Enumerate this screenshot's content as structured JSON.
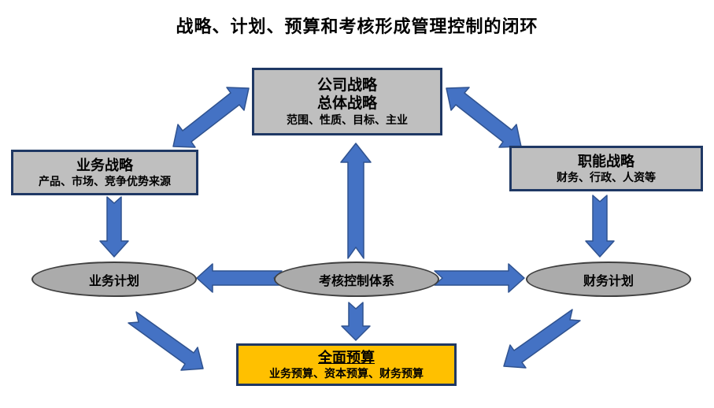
{
  "title": "战略、计划、预算和考核形成管理控制的闭环",
  "colors": {
    "arrow_fill": "#4472C4",
    "arrow_stroke": "#2F528F",
    "strategy_box_fill": "#BFBFBF",
    "box_border": "#1F3864",
    "ellipse_fill": "#ABABAB",
    "budget_fill": "#FFC000",
    "text": "#000000"
  },
  "nodes": {
    "corporate_strategy": {
      "line1": "公司战略",
      "line2": "总体战略",
      "line3": "范围、性质、目标、主业"
    },
    "business_strategy": {
      "line1": "业务战略",
      "line2": "产品、市场、竞争优势来源"
    },
    "functional_strategy": {
      "line1": "职能战略",
      "line2": "财务、行政、人资等"
    },
    "business_plan": {
      "label": "业务计划"
    },
    "assessment_control": {
      "label": "考核控制体系"
    },
    "financial_plan": {
      "label": "财务计划"
    },
    "master_budget": {
      "line1": "全面预算",
      "line2": "业务预算、资本预算、财务预算"
    }
  }
}
